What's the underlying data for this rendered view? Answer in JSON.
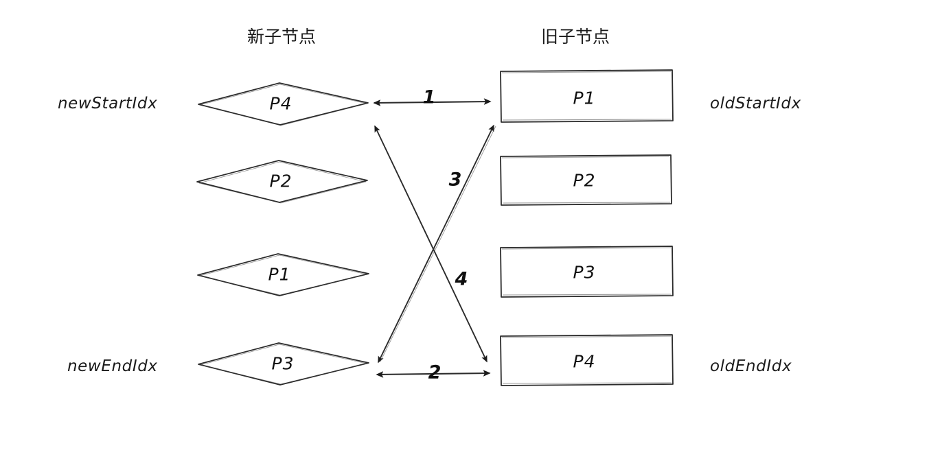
{
  "diagram": {
    "title_left": "新子节点",
    "title_right": "旧子节点",
    "stroke_color": "#2b2b2b",
    "text_color": "#111111",
    "background": "#ffffff"
  },
  "left_column": {
    "header": "新子节点",
    "start_label": "newStartIdx",
    "end_label": "newEndIdx",
    "shape": "diamond",
    "nodes": [
      {
        "label": "P4"
      },
      {
        "label": "P2"
      },
      {
        "label": "P1"
      },
      {
        "label": "P3"
      }
    ]
  },
  "right_column": {
    "header": "旧子节点",
    "start_label": "oldStartIdx",
    "end_label": "oldEndIdx",
    "shape": "rectangle",
    "nodes": [
      {
        "label": "P1"
      },
      {
        "label": "P2"
      },
      {
        "label": "P3"
      },
      {
        "label": "P4"
      }
    ]
  },
  "arrows": [
    {
      "id": "arrow-1",
      "label": "1",
      "kind": "horizontal-top",
      "from": "newStartIdx",
      "to": "oldStartIdx",
      "double_headed": true
    },
    {
      "id": "arrow-2",
      "label": "2",
      "kind": "horizontal-bottom",
      "from": "newEndIdx",
      "to": "oldEndIdx",
      "double_headed": true
    },
    {
      "id": "arrow-3",
      "label": "3",
      "kind": "diagonal-up-right",
      "from": "newEndIdx",
      "to": "oldStartIdx",
      "double_headed": true
    },
    {
      "id": "arrow-4",
      "label": "4",
      "kind": "diagonal-down-right",
      "from": "newStartIdx",
      "to": "oldEndIdx",
      "double_headed": true
    }
  ]
}
